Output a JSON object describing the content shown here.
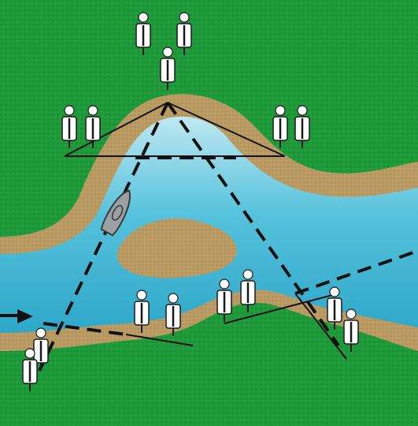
{
  "diagram": {
    "colors": {
      "grass": "#1f9a3a",
      "grass_dark": "#137a2a",
      "sand": "#b99a62",
      "sand_dark": "#9a7c48",
      "water": "#3fb6d3",
      "water_light": "#bfe8f2",
      "line": "#111111",
      "person_body": "#ffffff",
      "person_stroke": "#1a1a1a",
      "boat": "#9aa0a3"
    },
    "groups": [
      {
        "id": "group-top",
        "count": 3
      },
      {
        "id": "group-upper-left",
        "count": 2
      },
      {
        "id": "group-upper-right",
        "count": 2
      },
      {
        "id": "group-lower-left",
        "count": 2
      },
      {
        "id": "group-lower-middle",
        "count": 2
      },
      {
        "id": "group-lower-center",
        "count": 2
      },
      {
        "id": "group-lower-right",
        "count": 2
      }
    ],
    "icons": {
      "boat": "boat-icon",
      "arrow": "arrow-right-icon",
      "person": "person-icon"
    }
  }
}
